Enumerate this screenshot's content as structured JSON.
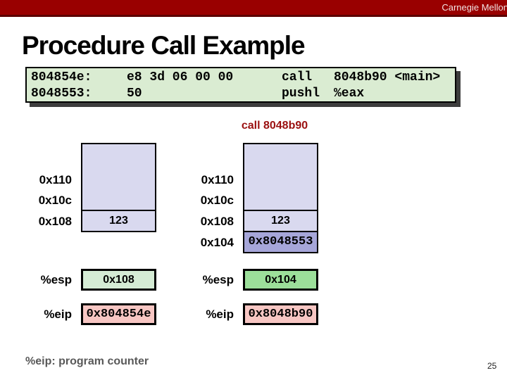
{
  "slide": {
    "brand": "Carnegie Mellon",
    "title": "Procedure Call Example",
    "step_label": "call 8048b90",
    "footnote": "%eip: program counter",
    "page_number": "25"
  },
  "code_listing": {
    "rows": [
      {
        "address": "804854e:",
        "bytes": "e8 3d 06 00 00",
        "mnemonic": "call",
        "operands": "8048b90 <main>"
      },
      {
        "address": "8048553:",
        "bytes": "50",
        "mnemonic": "pushl",
        "operands": "%eax"
      }
    ]
  },
  "stack_before": {
    "address_labels": [
      "0x110",
      "0x10c",
      "0x108"
    ],
    "cell_values": [
      "123"
    ],
    "registers": [
      {
        "name": "%esp",
        "value": "0x108"
      },
      {
        "name": "%eip",
        "value": "0x804854e"
      }
    ]
  },
  "stack_after": {
    "address_labels": [
      "0x110",
      "0x10c",
      "0x108",
      "0x104"
    ],
    "cell_values": [
      "123",
      "0x8048553"
    ],
    "registers": [
      {
        "name": "%esp",
        "value": "0x104"
      },
      {
        "name": "%eip",
        "value": "0x8048b90"
      }
    ]
  },
  "colors": {
    "banner_red": "#990000",
    "step_label_red": "#9b1010",
    "code_box_green": "#daecd2",
    "stack_lavender": "#d9d9ef",
    "stack_highlight_lavender": "#a6a6d9",
    "esp_green_before": "#d5ecd5",
    "esp_green_after": "#9cdf9a",
    "eip_pink": "#f7c6c3",
    "footnote_gray": "#595959"
  }
}
